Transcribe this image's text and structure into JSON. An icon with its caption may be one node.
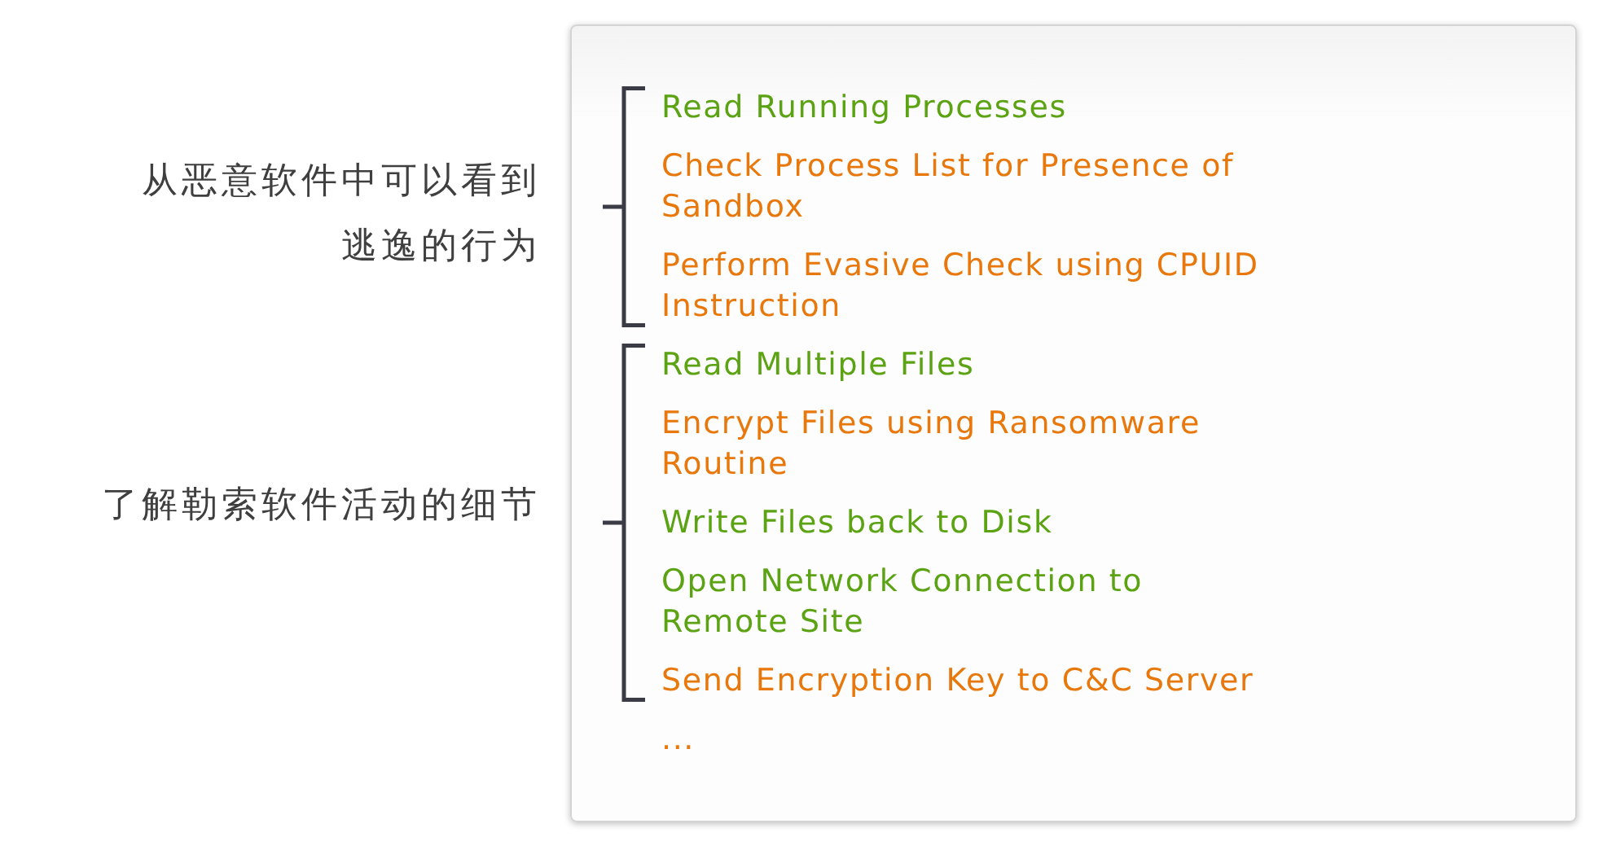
{
  "diagram": {
    "nodes": [
      {
        "text": [
          "Read Running Processes",
          "Check Process List for Presence of Sandbox",
          "Perform Evasive Check using CPUID Instruction",
          "Read Multiple Files",
          "Encrypt Files using Ransomware Routine",
          "Write Files back to Disk",
          "Open Network Connection to Remote Site",
          "Send Encryption Key to C&C Server",
          "..."
        ]
      }
    ],
    "labels": [
      "从恶意软件中可以看到逃逸的行为",
      "了解勒索软件活动的细节"
    ]
  }
}
